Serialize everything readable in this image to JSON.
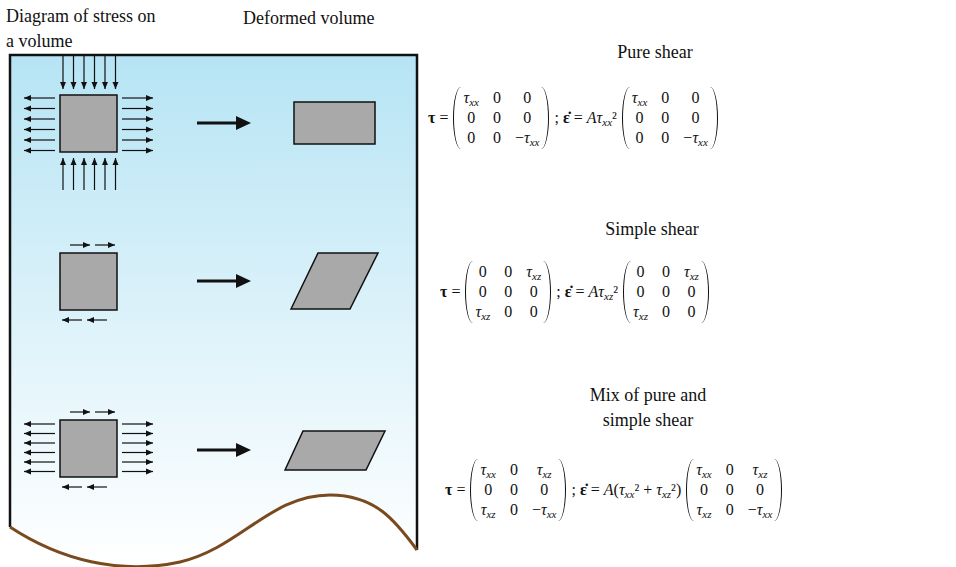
{
  "diagram": {
    "labels": [
      "Diagram of stress on a volume",
      "Deformed volume",
      "Pure shear",
      "τ =",
      "τxx",
      "0",
      "0",
      "0",
      "0",
      "0",
      "0",
      "0",
      "−τxx",
      "; ε̇ = Aτxx²",
      "τxx",
      "0",
      "0",
      "0",
      "0",
      "0",
      "0",
      "0",
      "−τxx",
      "Simple shear",
      "τ =",
      "0",
      "0",
      "τxz",
      "0",
      "0",
      "0",
      "τxz",
      "0",
      "0",
      "; ε̇ = Aτxz²",
      "0",
      "0",
      "τxz",
      "0",
      "0",
      "0",
      "τxz",
      "0",
      "0",
      "Mix of pure and simple shear",
      "τ =",
      "τxx",
      "0",
      "τxz",
      "0",
      "0",
      "0",
      "τxz",
      "0",
      "−τxx",
      "; ε̇ = A(τxx² + τxz²)",
      "τxx",
      "0",
      "τxz",
      "0",
      "0",
      "0",
      "τxz",
      "0",
      "−τxx"
    ]
  }
}
